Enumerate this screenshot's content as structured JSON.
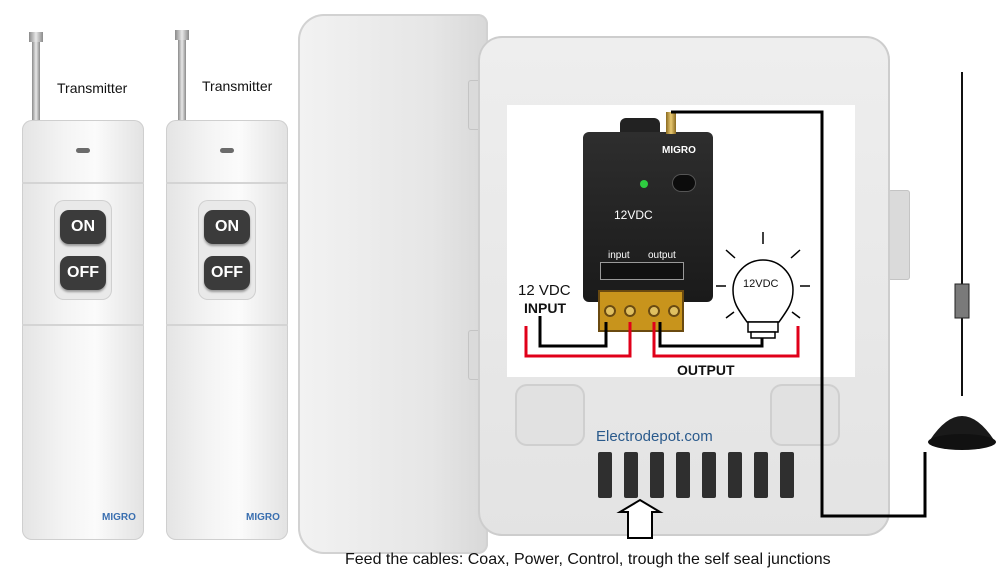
{
  "remotes": [
    {
      "label": "Transmitter",
      "on_label": "ON",
      "off_label": "OFF",
      "brand": "MIGRO"
    },
    {
      "label": "Transmitter",
      "on_label": "ON",
      "off_label": "OFF",
      "brand": "MIGRO"
    }
  ],
  "relay": {
    "brand": "MIGRO",
    "voltage": "12VDC",
    "port_input": "input",
    "port_output": "output"
  },
  "labels": {
    "input_voltage": "12 VDC",
    "input": "INPUT",
    "output": "OUTPUT",
    "bulb": "12VDC",
    "watermark": "Electrodepot.com",
    "caption": "Feed the cables: Coax, Power, Control, trough the self seal junctions"
  },
  "colors": {
    "wire_black": "#000000",
    "wire_red": "#e0001a",
    "led_green": "#2ecc40",
    "watermark": "#2a5a8c"
  },
  "icons": [
    "antenna-icon",
    "light-bulb-icon",
    "arrow-up-icon",
    "magnetic-antenna-icon"
  ]
}
